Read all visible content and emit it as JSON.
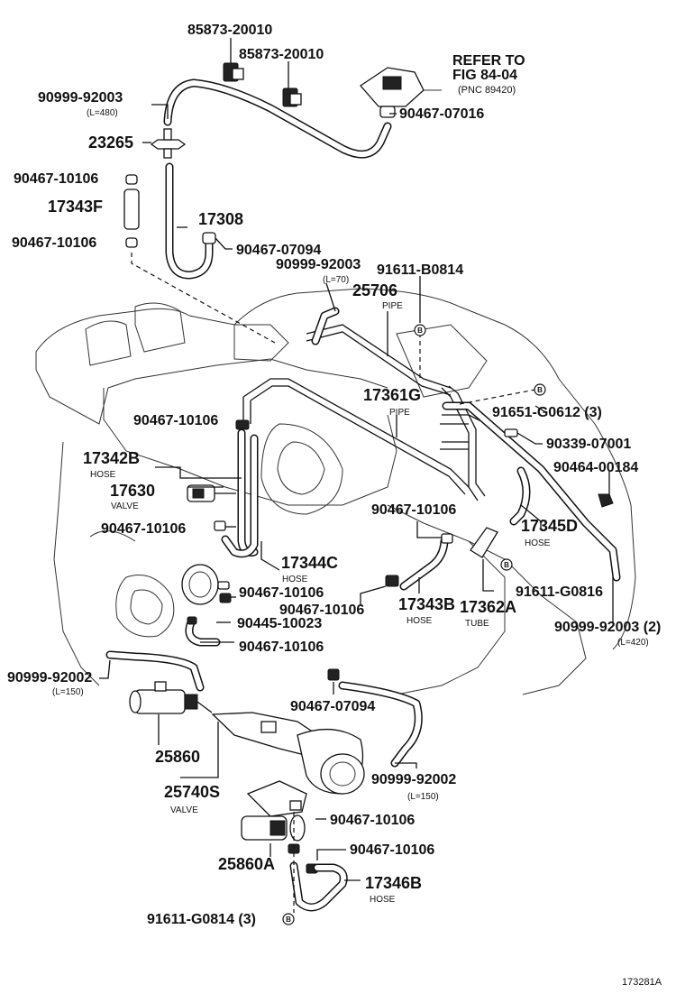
{
  "refer": {
    "line1": "REFER TO",
    "line2": "FIG 84-04",
    "line3": "(PNC 89420)"
  },
  "labels": {
    "p85873_a": "85873-20010",
    "p85873_b": "85873-20010",
    "p90999_92003_top": "90999-92003",
    "p90999_92003_top_len": "(L=480)",
    "p90467_07016": "90467-07016",
    "p23265": "23265",
    "p90467_10106_a": "90467-10106",
    "p17343f": "17343F",
    "p17308": "17308",
    "p90467_10106_b": "90467-10106",
    "p90467_07094_a": "90467-07094",
    "p90999_92003_mid": "90999-92003",
    "p90999_92003_mid_len": "(L=70)",
    "p91611_b0814": "91611-B0814",
    "p25706": "25706",
    "p25706_sub": "PIPE",
    "p17361g": "17361G",
    "p17361g_sub": "PIPE",
    "p91651_g0612": "91651-G0612 (3)",
    "p90467_10106_c": "90467-10106",
    "p90339_07001": "90339-07001",
    "p17342b": "17342B",
    "p17342b_sub": "HOSE",
    "p90464_00184": "90464-00184",
    "p17630": "17630",
    "p17630_sub": "VALVE",
    "p90467_10106_d": "90467-10106",
    "p90467_10106_e": "90467-10106",
    "p17345d": "17345D",
    "p17345d_sub": "HOSE",
    "p17344c": "17344C",
    "p17344c_sub": "HOSE",
    "p91611_g0816": "91611-G0816",
    "p90467_10106_f": "90467-10106",
    "p90467_10106_g": "90467-10106",
    "p17343b": "17343B",
    "p17343b_sub": "HOSE",
    "p17362a": "17362A",
    "p17362a_sub": "TUBE",
    "p90999_92003_right": "90999-92003 (2)",
    "p90999_92003_right_len": "(L=420)",
    "p90445_10023": "90445-10023",
    "p90467_10106_h": "90467-10106",
    "p90999_92002_left": "90999-92002",
    "p90999_92002_left_len": "(L=150)",
    "p90467_07094_b": "90467-07094",
    "p25860": "25860",
    "p25740s": "25740S",
    "p25740s_sub": "VALVE",
    "p90999_92002_bottom": "90999-92002",
    "p90999_92002_bottom_len": "(L=150)",
    "p90467_10106_i": "90467-10106",
    "p90467_10106_j": "90467-10106",
    "p25860a": "25860A",
    "p17346b": "17346B",
    "p17346b_sub": "HOSE",
    "p91611_g0814": "91611-G0814 (3)",
    "figure_id": "173281A"
  },
  "markers": {
    "b": "B"
  }
}
